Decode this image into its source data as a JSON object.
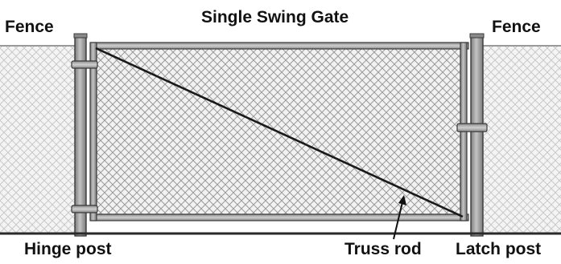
{
  "diagram": {
    "title": "Single Swing Gate",
    "labels": {
      "fence_left": "Fence",
      "fence_right": "Fence",
      "hinge_post": "Hinge post",
      "truss_rod": "Truss rod",
      "latch_post": "Latch post"
    },
    "colors": {
      "background": "#ffffff",
      "mesh": "#9a9a9a",
      "fence_fill": "#f4f4f4",
      "post_fill": "#a9a9a9",
      "post_stroke": "#3a3a3a",
      "rail_fill": "#b8b8b8",
      "truss": "#1a1a1a",
      "ground": "#2a2a2a"
    }
  }
}
